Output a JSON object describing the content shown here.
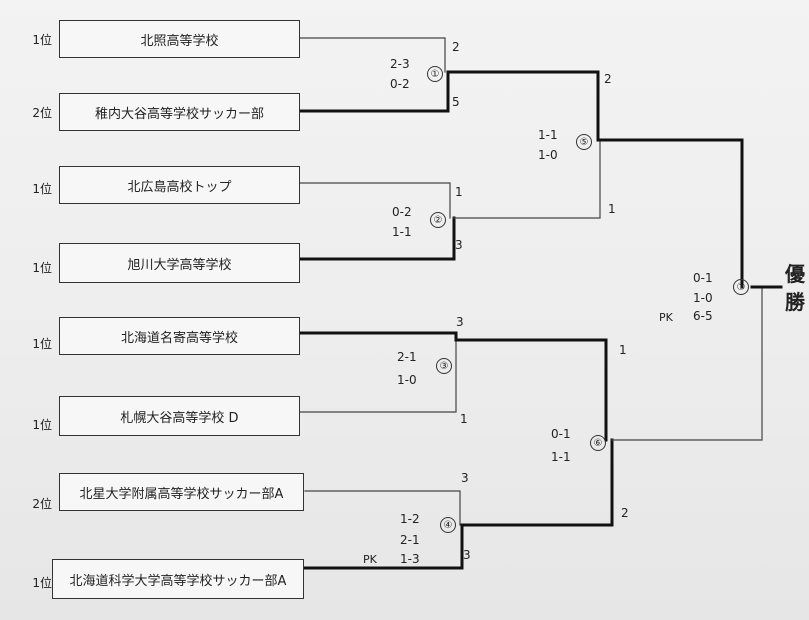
{
  "teams": [
    {
      "rank": "1位",
      "name": "北照高等学校"
    },
    {
      "rank": "2位",
      "name": "稚内大谷高等学校サッカー部"
    },
    {
      "rank": "1位",
      "name": "北広島高校トップ"
    },
    {
      "rank": "1位",
      "name": "旭川大学高等学校"
    },
    {
      "rank": "1位",
      "name": "北海道名寄高等学校"
    },
    {
      "rank": "1位",
      "name": "札幌大谷高等学校 D"
    },
    {
      "rank": "2位",
      "name": "北星大学附属高等学校サッカー部A"
    },
    {
      "rank": "1位",
      "name": "北海道科学大学高等学校サッカー部A"
    }
  ],
  "matches": [
    {
      "no": "①",
      "half1": "2-3",
      "half2": "0-2",
      "pk_label": "",
      "pk": "",
      "score_top": "2",
      "score_bottom": "5"
    },
    {
      "no": "②",
      "half1": "0-2",
      "half2": "1-1",
      "pk_label": "",
      "pk": "",
      "score_top": "1",
      "score_bottom": "3"
    },
    {
      "no": "③",
      "half1": "2-1",
      "half2": "1-0",
      "pk_label": "",
      "pk": "",
      "score_top": "3",
      "score_bottom": "1"
    },
    {
      "no": "④",
      "half1": "1-2",
      "half2": "2-1",
      "pk_label": "PK",
      "pk": "1-3",
      "score_top": "3",
      "score_bottom": "3"
    },
    {
      "no": "⑤",
      "half1": "1-1",
      "half2": "1-0",
      "pk_label": "",
      "pk": "",
      "score_top": "2",
      "score_bottom": "1"
    },
    {
      "no": "⑥",
      "half1": "0-1",
      "half2": "1-1",
      "pk_label": "",
      "pk": "",
      "score_top": "1",
      "score_bottom": "2"
    },
    {
      "no": "⑦",
      "half1": "0-1",
      "half2": "1-0",
      "pk_label": "PK",
      "pk": "6-5",
      "score_top": "",
      "score_bottom": ""
    }
  ],
  "winner": {
    "line1": "優",
    "line2": "勝"
  }
}
